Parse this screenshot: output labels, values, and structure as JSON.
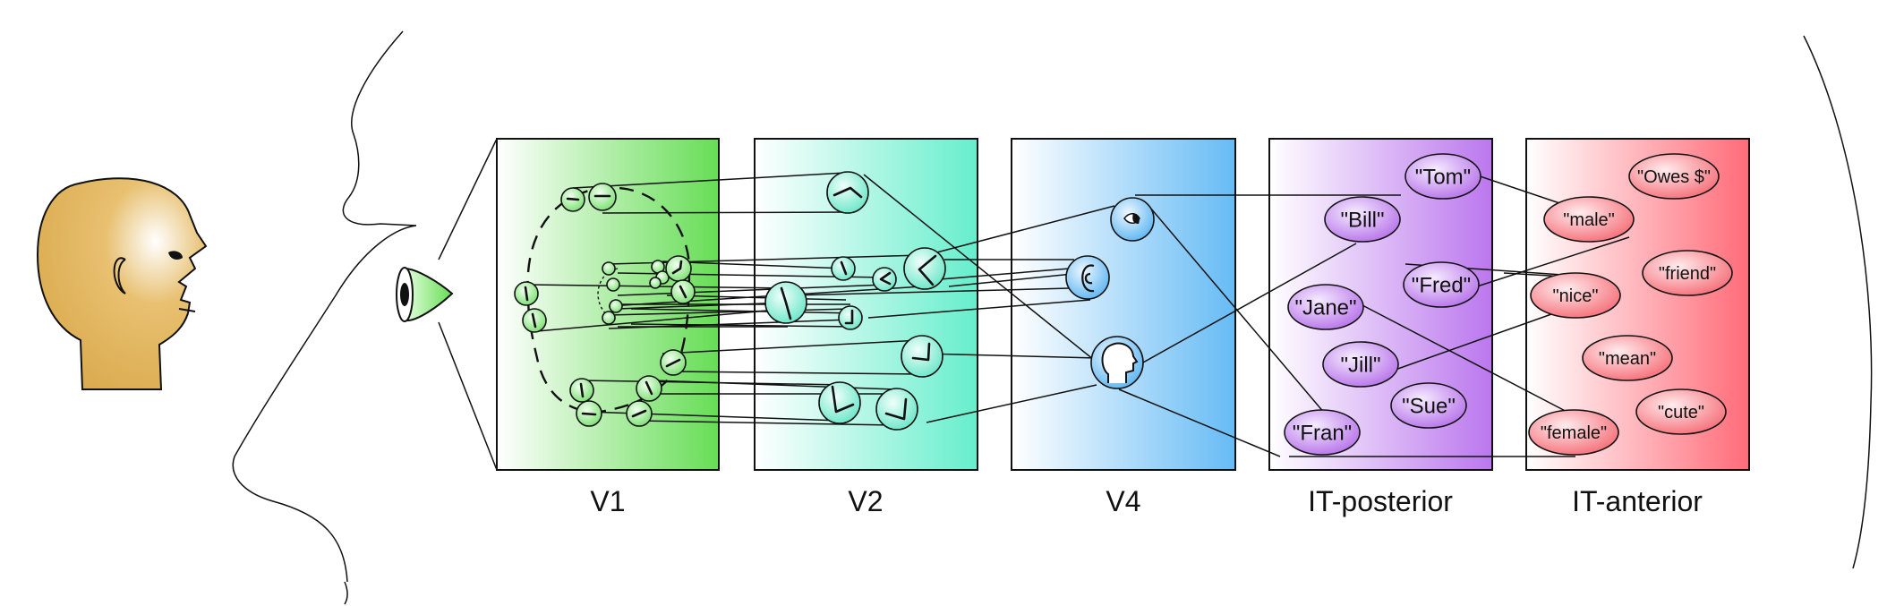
{
  "areas": [
    {
      "id": "v1",
      "label": "V1",
      "color": "#66dd55"
    },
    {
      "id": "v2",
      "label": "V2",
      "color": "#66eecc"
    },
    {
      "id": "v4",
      "label": "V4",
      "color": "#66bbf5"
    },
    {
      "id": "itp",
      "label": "IT-posterior",
      "color": "#bb77ee"
    },
    {
      "id": "ita",
      "label": "IT-anterior",
      "color": "#ff6b78"
    }
  ],
  "it_posterior_nodes": [
    "\"Tom\"",
    "\"Bill\"",
    "\"Fred\"",
    "\"Jane\"",
    "\"Jill\"",
    "\"Sue\"",
    "\"Fran\""
  ],
  "it_anterior_nodes": [
    "\"Owes $\"",
    "\"male\"",
    "\"friend\"",
    "\"nice\"",
    "\"mean\"",
    "\"cute\"",
    "\"female\""
  ]
}
